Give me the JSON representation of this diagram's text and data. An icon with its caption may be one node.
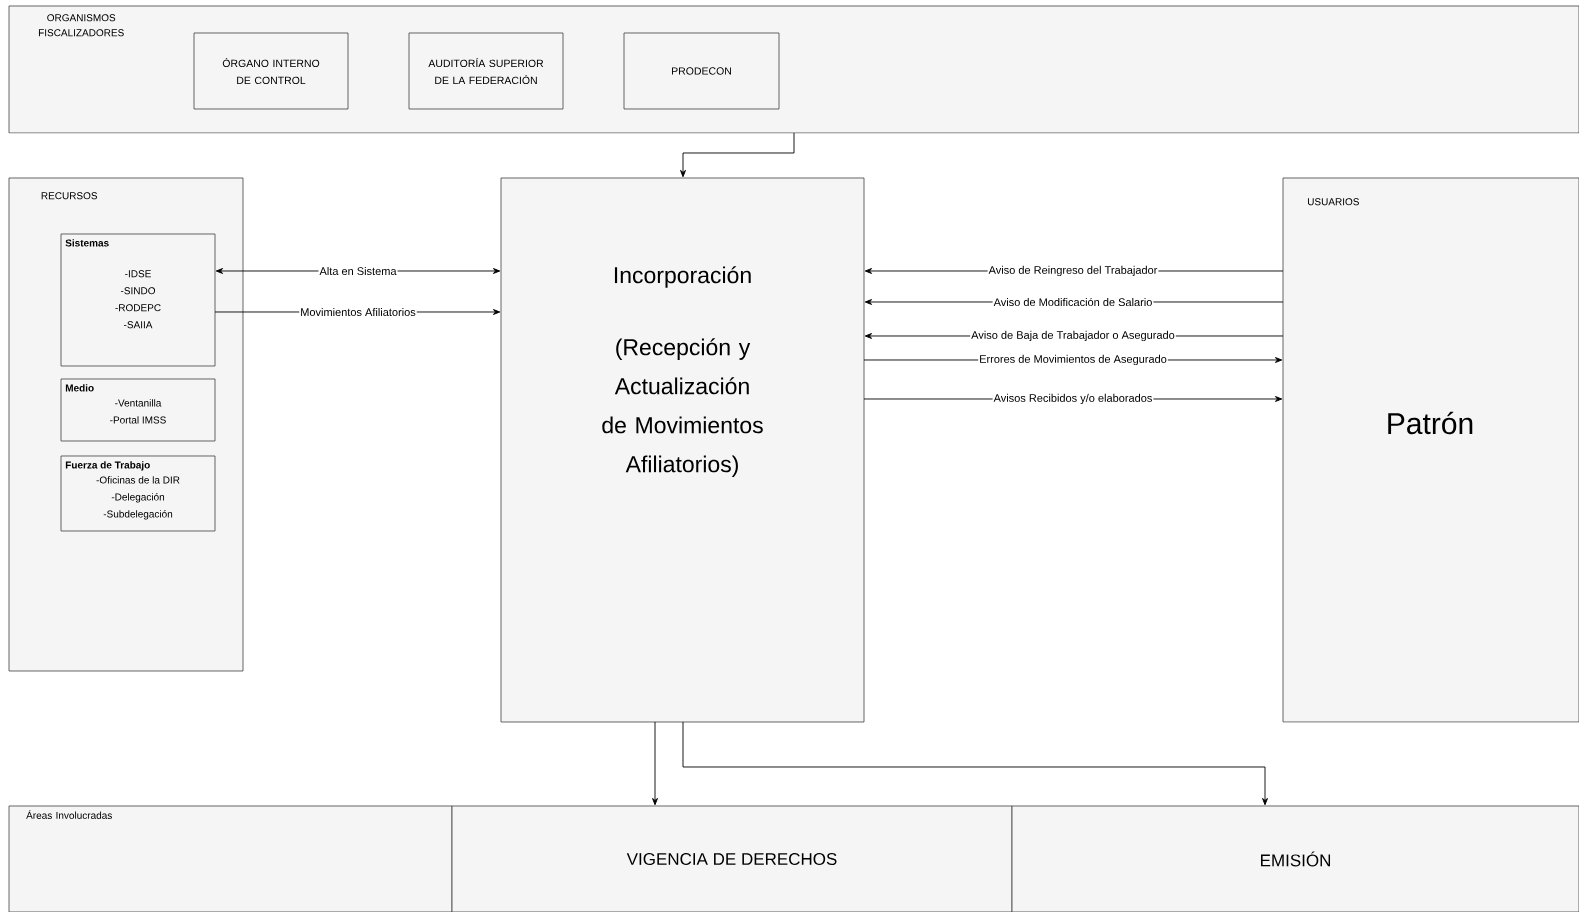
{
  "diagram": {
    "nodes": [
      {
        "text": [
          "ORGANISMOS FISCALIZADORES"
        ]
      },
      {
        "text": [
          "ÓRGANO INTERNO DE CONTROL"
        ],
        "in": 0
      },
      {
        "text": [
          "AUDITORÍA SUPERIOR DE LA FEDERACIÓN"
        ],
        "in": 0
      },
      {
        "text": [
          "PRODECON"
        ],
        "in": 0
      },
      {
        "text": [
          "RECURSOS"
        ]
      },
      {
        "text": [
          "Sistemas",
          "-IDSE",
          "-SINDO",
          "-RODEPC",
          "-SAIIA"
        ],
        "in": 4
      },
      {
        "text": [
          "Medio",
          "-Ventanilla",
          "-Portal IMSS"
        ],
        "in": 4
      },
      {
        "text": [
          "Fuerza de Trabajo",
          "-Oficinas de la DIR",
          "-Delegación",
          "-Subdelegación"
        ],
        "in": 4
      },
      {
        "text": [
          "Incorporación",
          "(Recepción y Actualización de Movimientos Afiliatorios)"
        ]
      },
      {
        "text": [
          "USUARIOS",
          "Patrón"
        ]
      },
      {
        "text": [
          "Áreas Involucradas"
        ]
      },
      {
        "text": [
          "VIGENCIA DE DERECHOS"
        ]
      },
      {
        "text": [
          "EMISIÓN"
        ]
      }
    ],
    "edges": [
      {
        "from": 0,
        "to": 8,
        "arrow": "to"
      },
      {
        "from": 5,
        "to": 8,
        "arrow": "both",
        "label": "Alta en Sistema"
      },
      {
        "from": 5,
        "to": 8,
        "arrow": "to",
        "label": "Movimientos Afiliatorios"
      },
      {
        "from": 9,
        "to": 8,
        "arrow": "to",
        "label": "Aviso de Reingreso del Trabajador"
      },
      {
        "from": 9,
        "to": 8,
        "arrow": "to",
        "label": "Aviso de Modificación de Salario"
      },
      {
        "from": 9,
        "to": 8,
        "arrow": "to",
        "label": "Aviso de Baja de Trabajador o Asegurado"
      },
      {
        "from": 8,
        "to": 9,
        "arrow": "to",
        "label": "Errores de Movimientos de Asegurado"
      },
      {
        "from": 8,
        "to": 9,
        "arrow": "to",
        "label": "Avisos Recibidos y/o elaborados"
      },
      {
        "from": 8,
        "to": 11,
        "arrow": "to"
      },
      {
        "from": 8,
        "to": 12,
        "arrow": "to"
      }
    ]
  }
}
